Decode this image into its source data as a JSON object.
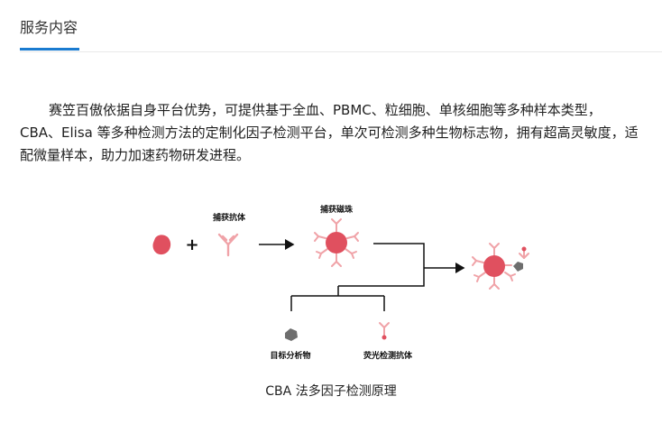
{
  "header": {
    "title": "服务内容"
  },
  "intro": {
    "paragraph": "赛笠百傲依据自身平台优势，可提供基于全血、PBMC、粒细胞、单核细胞等多种样本类型，CBA、Elisa 等多种检测方法的定制化因子检测平台，单次可检测多种生物标志物，拥有超高灵敏度，适配微量样本，助力加速药物研发进程。"
  },
  "diagram": {
    "plus": "+",
    "capture_antibody_label": "捕获抗体",
    "capture_bead_label": "捕获磁珠",
    "target_analyte_label": "目标分析物",
    "fluorescent_antibody_label": "荧光检测抗体",
    "caption": "CBA 法多因子检测原理",
    "colors": {
      "bead": "#e0505f",
      "antibody": "#f0a3a8",
      "analyte": "#6e6e6e",
      "line": "#111111"
    }
  }
}
